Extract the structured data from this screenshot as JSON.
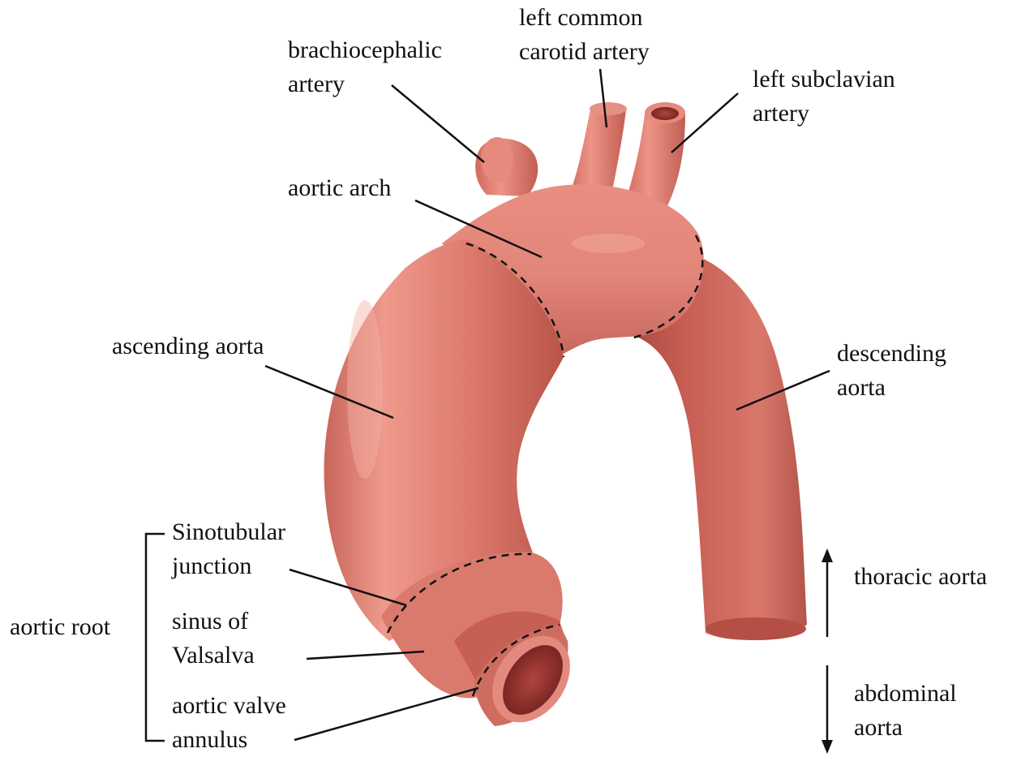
{
  "colors": {
    "vessel_base": "#d9776a",
    "vessel_light": "#ee9a8c",
    "vessel_shadow": "#a84a40",
    "lumen_dark": "#8a2e2a",
    "line": "#111111"
  },
  "labels": {
    "brachiocephalic": [
      "brachiocephalic",
      "artery"
    ],
    "left_common_carotid": [
      "left common",
      "carotid artery"
    ],
    "left_subclavian": [
      "left subclavian",
      "artery"
    ],
    "aortic_arch": [
      "aortic arch"
    ],
    "ascending_aorta": [
      "ascending aorta"
    ],
    "descending_aorta": [
      "descending",
      "aorta"
    ],
    "sinotubular_junction": [
      "Sinotubular",
      "junction"
    ],
    "sinus_of_valsalva": [
      "sinus of",
      "Valsalva"
    ],
    "aortic_valve_annulus": [
      "aortic valve",
      "annulus"
    ],
    "aortic_root": [
      "aortic root"
    ],
    "thoracic_aorta": [
      "thoracic aorta"
    ],
    "abdominal_aorta": [
      "abdominal",
      "aorta"
    ]
  }
}
